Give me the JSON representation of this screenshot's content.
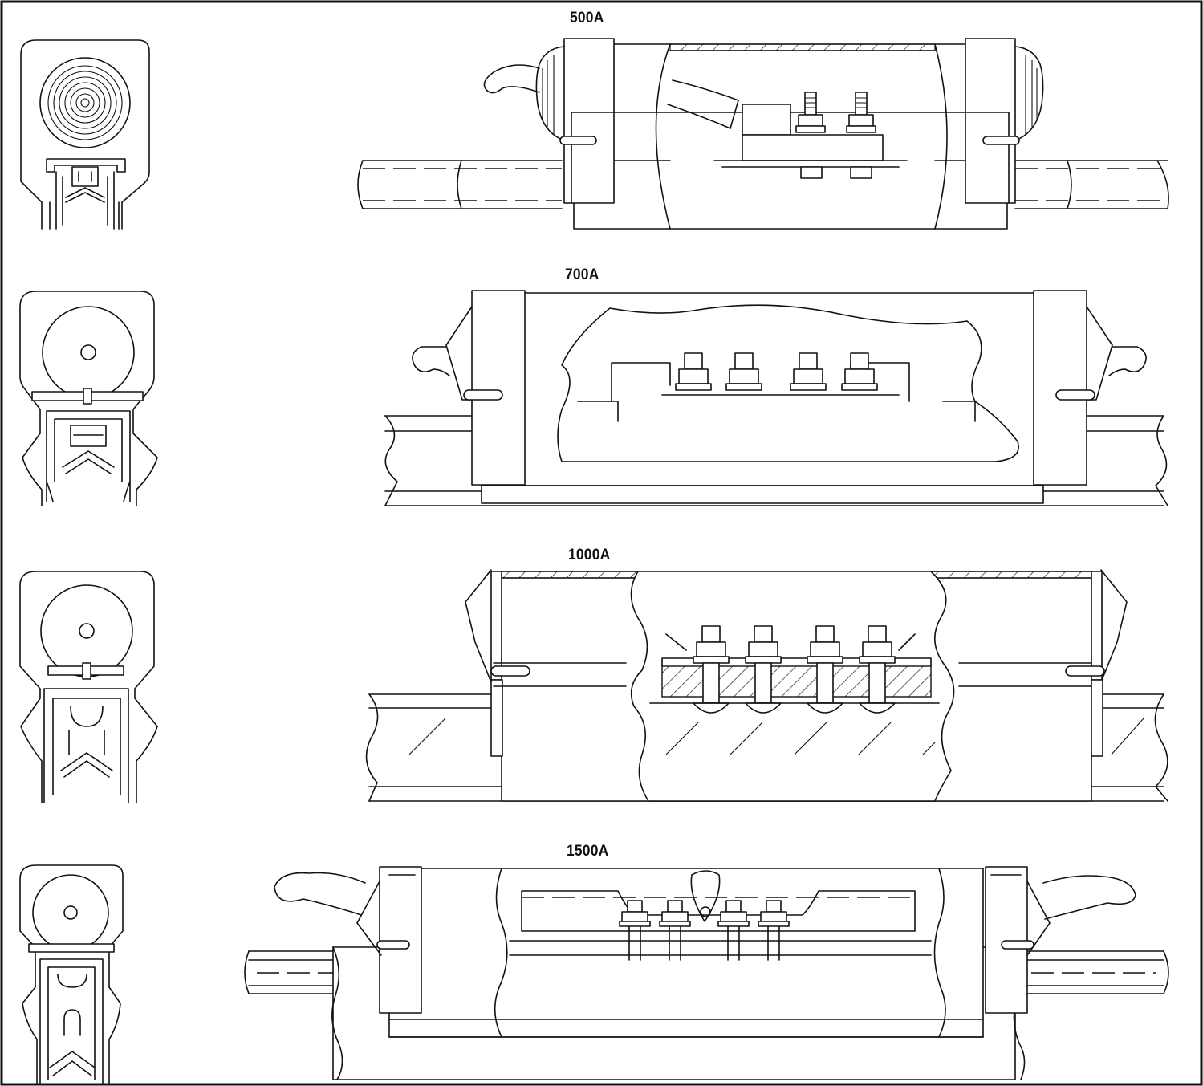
{
  "diagrams": [
    {
      "id": "joint-500",
      "label": "500A"
    },
    {
      "id": "joint-700",
      "label": "700A"
    },
    {
      "id": "joint-1000",
      "label": "1000A"
    },
    {
      "id": "joint-1500",
      "label": "1500A"
    }
  ]
}
